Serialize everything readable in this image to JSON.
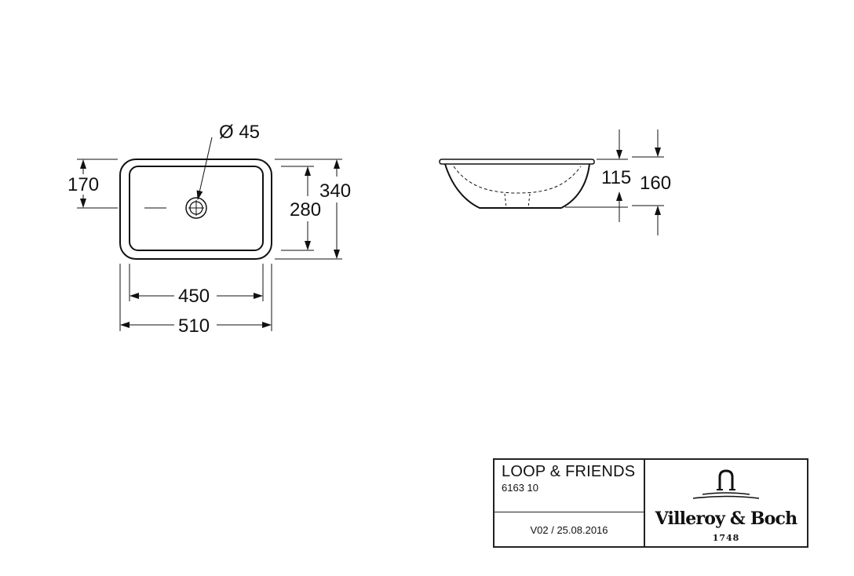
{
  "dimensions": {
    "drain_diameter": "Ø 45",
    "drain_offset": "170",
    "inner_depth": "280",
    "outer_depth": "340",
    "inner_width": "450",
    "outer_width": "510",
    "bowl_height": "115",
    "total_height": "160"
  },
  "title_block": {
    "product_name": "LOOP & FRIENDS",
    "product_code": "6163 10",
    "version": "V02 / 25.08.2016"
  },
  "brand": {
    "name": "Villeroy & Boch",
    "year": "1748"
  },
  "colors": {
    "line": "#111111",
    "background": "#ffffff"
  }
}
